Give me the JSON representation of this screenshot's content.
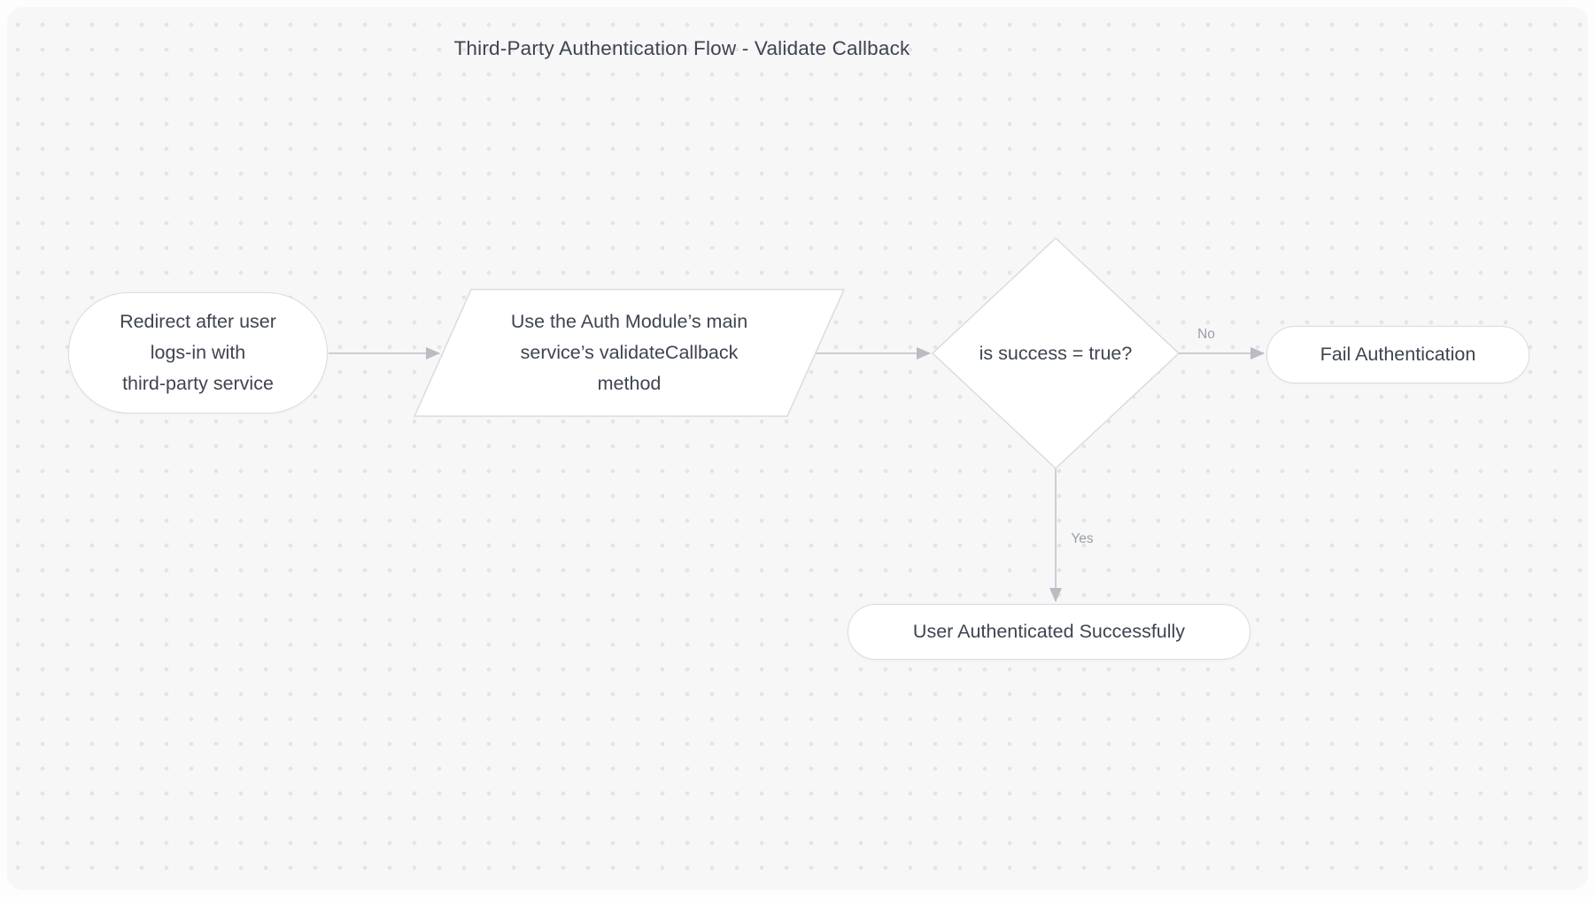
{
  "title": "Third-Party Authentication Flow - Validate Callback",
  "nodes": {
    "start": {
      "shape": "terminator",
      "lines": [
        "Redirect after user",
        "logs-in with",
        "third-party service"
      ]
    },
    "process": {
      "shape": "parallelogram",
      "lines": [
        "Use the Auth Module’s main",
        "service’s validateCallback",
        "method"
      ]
    },
    "decision": {
      "shape": "diamond",
      "label": "is success = true?"
    },
    "fail": {
      "shape": "terminator",
      "label": "Fail Authentication"
    },
    "success": {
      "shape": "terminator",
      "label": "User Authenticated Successfully"
    }
  },
  "edges": {
    "start_to_process": {
      "label": ""
    },
    "process_to_decision": {
      "label": ""
    },
    "decision_to_fail": {
      "label": "No"
    },
    "decision_to_success": {
      "label": "Yes"
    }
  },
  "colors": {
    "canvas_background": "#f7f7f8",
    "dot_grid": "#e3e4e7",
    "node_fill": "#ffffff",
    "node_border": "#d9dbdf",
    "edge_line": "#cdced4",
    "arrowhead": "#b9bcc4",
    "node_text": "#3e4450",
    "edge_label_text": "#9aa0a9",
    "title_text": "#3e4450"
  }
}
